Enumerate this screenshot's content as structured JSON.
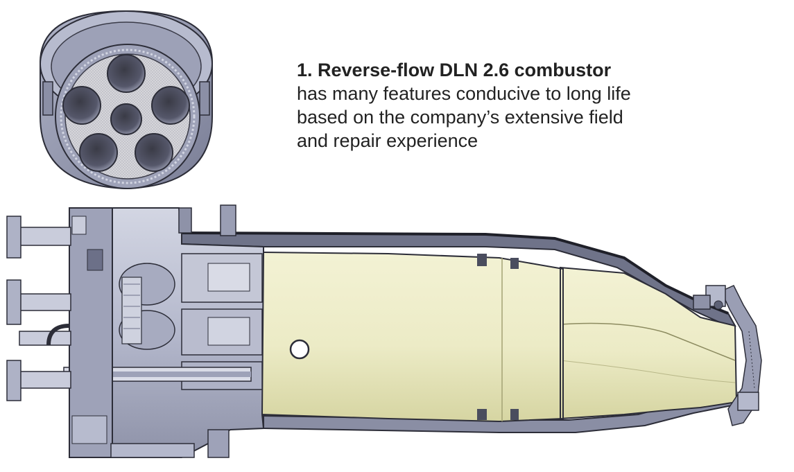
{
  "caption": {
    "title": "1. Reverse-flow DLN 2.6 combustor",
    "body_lines": [
      "has many features conducive to long life",
      "based on the company’s extensive field",
      "and repair experience"
    ]
  },
  "colors": {
    "metal_light": "#c9ccdb",
    "metal_mid": "#a6aac0",
    "metal_dark": "#6c7088",
    "liner": "#ecebc6",
    "liner_shade": "#d9d8a6",
    "outline": "#2c2d38",
    "text": "#222222"
  }
}
